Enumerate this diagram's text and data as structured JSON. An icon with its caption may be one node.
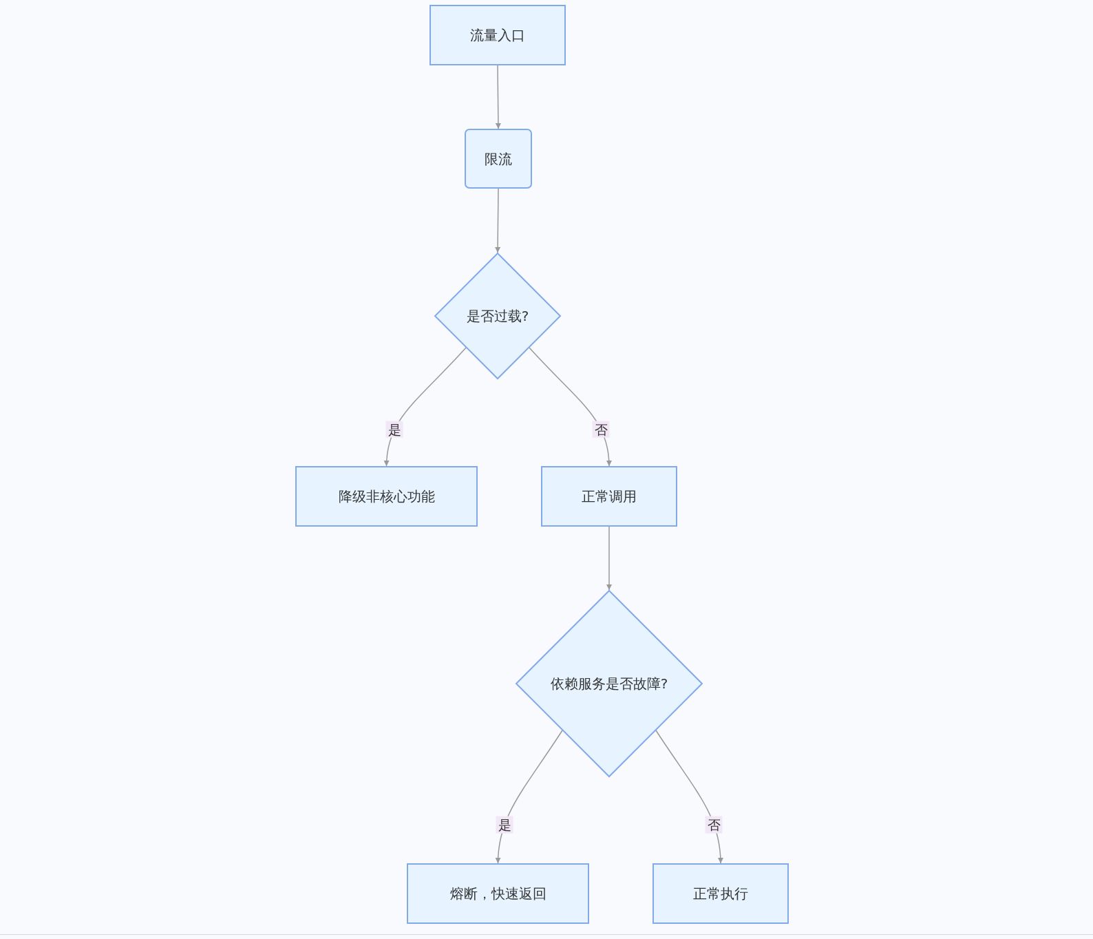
{
  "diagram": {
    "nodes": [
      {
        "text": [
          "流量入口"
        ]
      },
      {
        "text": [
          "限流"
        ]
      },
      {
        "text": [
          "是否过载?"
        ]
      },
      {
        "text": [
          "降级非核心功能"
        ]
      },
      {
        "text": [
          "正常调用"
        ]
      },
      {
        "text": [
          "依赖服务是否故障?"
        ]
      },
      {
        "text": [
          "熔断，快速返回"
        ]
      },
      {
        "text": [
          "正常执行"
        ]
      }
    ],
    "edges": [
      {
        "from": 0,
        "to": 1,
        "arrow": "to"
      },
      {
        "from": 1,
        "to": 2,
        "arrow": "to"
      },
      {
        "from": 2,
        "to": 3,
        "arrow": "to",
        "label": "是"
      },
      {
        "from": 2,
        "to": 4,
        "arrow": "to",
        "label": "否"
      },
      {
        "from": 4,
        "to": 5,
        "arrow": "to"
      },
      {
        "from": 5,
        "to": 6,
        "arrow": "to",
        "label": "是"
      },
      {
        "from": 5,
        "to": 7,
        "arrow": "to",
        "label": "否"
      }
    ]
  }
}
